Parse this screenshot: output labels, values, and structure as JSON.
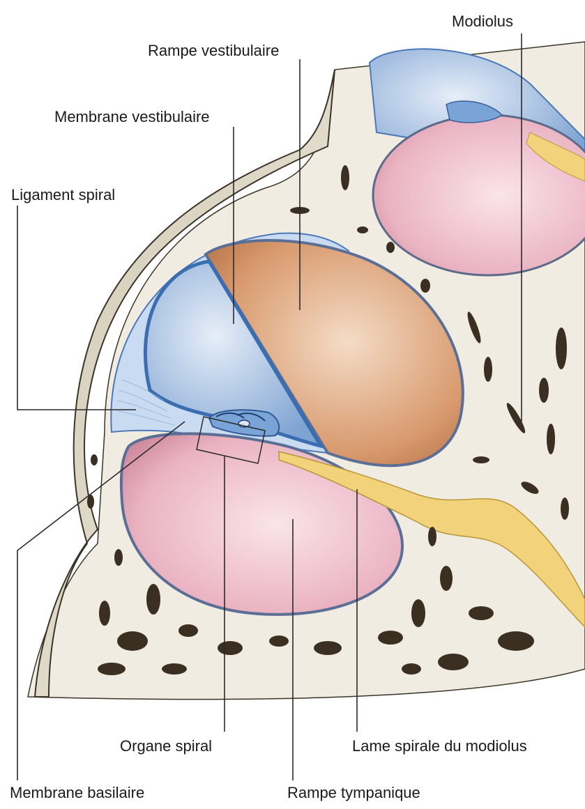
{
  "labels": {
    "modiolus": "Modiolus",
    "rampe_vestibulaire": "Rampe vestibulaire",
    "membrane_vestibulaire": "Membrane vestibulaire",
    "ligament_spiral": "Ligament spiral",
    "organe_spiral": "Organe spiral",
    "lame_spirale": "Lame spirale du modiolus",
    "membrane_basilaire": "Membrane basilaire",
    "rampe_tympanique": "Rampe tympanique"
  },
  "colors": {
    "bone": "#ece6d6",
    "bone_outline": "#3a3428",
    "vestibular_scala": "#d9a27a",
    "tympanic_scala": "#e9aebe",
    "duct_blue": "#7aa3d8",
    "duct_light": "#bcd2ef",
    "nerve": "#f2d27a",
    "cavity": "#3b2f22"
  }
}
